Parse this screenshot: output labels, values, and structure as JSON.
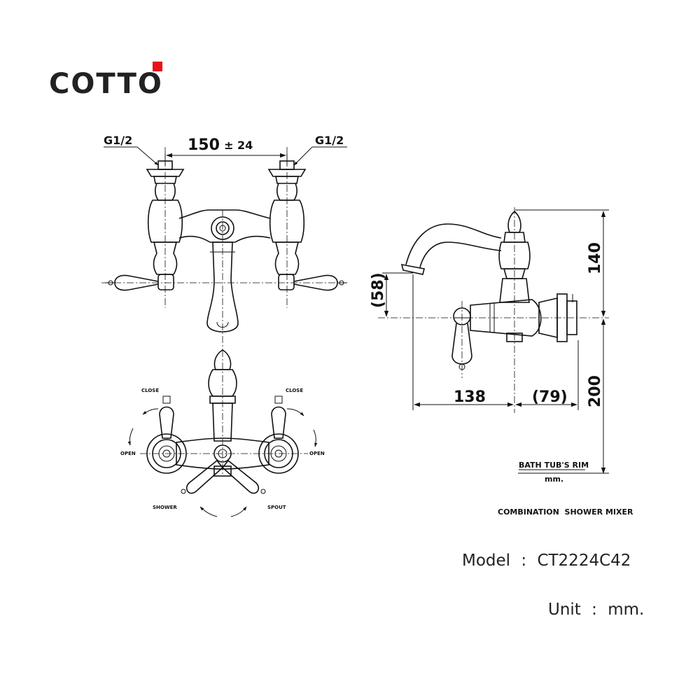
{
  "brand": {
    "logo_text": "COTTO",
    "accent_color": "#e3151b"
  },
  "front_view": {
    "inlet_left": "G1/2",
    "inlet_right": "G1/2",
    "spacing": "150",
    "tolerance": "± 24"
  },
  "side_view": {
    "dim_height_top": "140",
    "dim_height_bottom": "200",
    "dim_spout_drop": "(58)",
    "dim_spout_reach": "138",
    "dim_body_depth": "(79)",
    "rim_label": "BATH TUB'S RIM",
    "rim_unit": "mm."
  },
  "top_view": {
    "close_left": "CLOSE",
    "close_right": "CLOSE",
    "open_left": "OPEN",
    "open_right": "OPEN",
    "shower": "SHOWER",
    "spout": "SPOUT"
  },
  "product_type": "COMBINATION  SHOWER MIXER",
  "model": {
    "label": "Model",
    "separator": ":",
    "value": "CT2224C42"
  },
  "unit": {
    "label": "Unit",
    "separator": ":",
    "value": "mm."
  }
}
